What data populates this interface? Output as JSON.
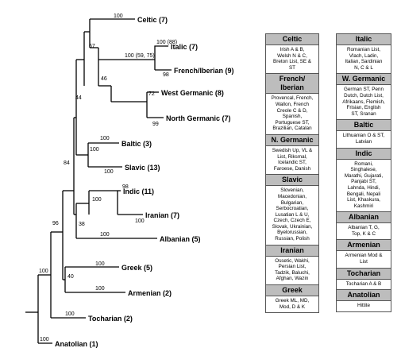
{
  "tree": {
    "taxa": {
      "celtic": "Celtic (7)",
      "italic": "Italic (7)",
      "french": "French/Iberian (9)",
      "westgermanic": "West Germanic (8)",
      "northgermanic": "North Germanic (7)",
      "baltic": "Baltic (3)",
      "slavic": "Slavic (13)",
      "indic": "Indic (11)",
      "iranian": "Iranian (7)",
      "albanian": "Albanian (5)",
      "greek": "Greek (5)",
      "armenian": "Armenian (2)",
      "tocharian": "Tocharian (2)",
      "anatolian": "Anatolian (1)"
    },
    "support": {
      "celtic": "100",
      "celtic_italic": "67",
      "italic_french": "100 (59, 75)",
      "italic": "100 (88)",
      "french": "98",
      "germanic_split": "46",
      "westgermanic": "72",
      "northgermanic": "99",
      "western_clade": "44",
      "balto_slavic": "100",
      "baltic": "100",
      "slavic": "100",
      "upper_clade": "84",
      "indo_iranian": "100",
      "indic": "98",
      "iranian": "100",
      "albanian_clade": "38",
      "albanian": "100",
      "big_clade": "96",
      "greek_armenian": "40",
      "greek": "100",
      "armenian": "100",
      "tocharian_clade": "100",
      "tocharian": "100",
      "anatolian": "100"
    }
  },
  "groups_left": [
    {
      "name": "Celtic",
      "langs": "Irish A & B,\nWelsh N & C,\nBreton List, SE &\nST"
    },
    {
      "name": "French/\nIberian",
      "langs": "Provencal, French,\nWallon, French\nCreole C & D,\nSpanish,\nPortuguese ST,\nBrazilian, Catalan"
    },
    {
      "name": "N. Germanic",
      "langs": "Swedish Up, VL &\nList, Riksmal,\nIcelandic ST,\nFaroese, Danish"
    },
    {
      "name": "Slavic",
      "langs": "Slovenian,\nMacedonian,\nBulgarian,\nSerbocroatian,\nLusatian L & U,\nCzech, Czech E,\nSlovak, Ukrainian,\nByelorussian,\nRussian, Polish"
    },
    {
      "name": "Iranian",
      "langs": "Ossetic, Wakhi,\nPersian List,\nTadzik, Baluchi,\nAfghan, Wazin"
    },
    {
      "name": "Greek",
      "langs": "Greek ML, MD,\nMod, D & K"
    }
  ],
  "groups_right": [
    {
      "name": "Italic",
      "langs": "Romanian List,\nVlach, Ladin,\nItalian, Sardinian\nN, C & L"
    },
    {
      "name": "W. Germanic",
      "langs": "German ST, Penn\nDutch, Dutch List,\nAfrikaans, Flemish,\nFrisian, English\nST, Sranan"
    },
    {
      "name": "Baltic",
      "langs": "Lithuanian O & ST,\nLatvian"
    },
    {
      "name": "Indic",
      "langs": "Romani,\nSinghalese,\nMarathi, Gujarati,\nPanjabi ST,\nLahnda, Hindi,\nBengali, Nepali\nList, Khaskura,\nKashmiri"
    },
    {
      "name": "Albanian",
      "langs": "Albanian T, G,\nTop, K & C"
    },
    {
      "name": "Armenian",
      "langs": "Armenian Mod &\nList"
    },
    {
      "name": "Tocharian",
      "langs": "Tocharian A & B"
    },
    {
      "name": "Anatolian",
      "langs": "Hittite"
    }
  ]
}
